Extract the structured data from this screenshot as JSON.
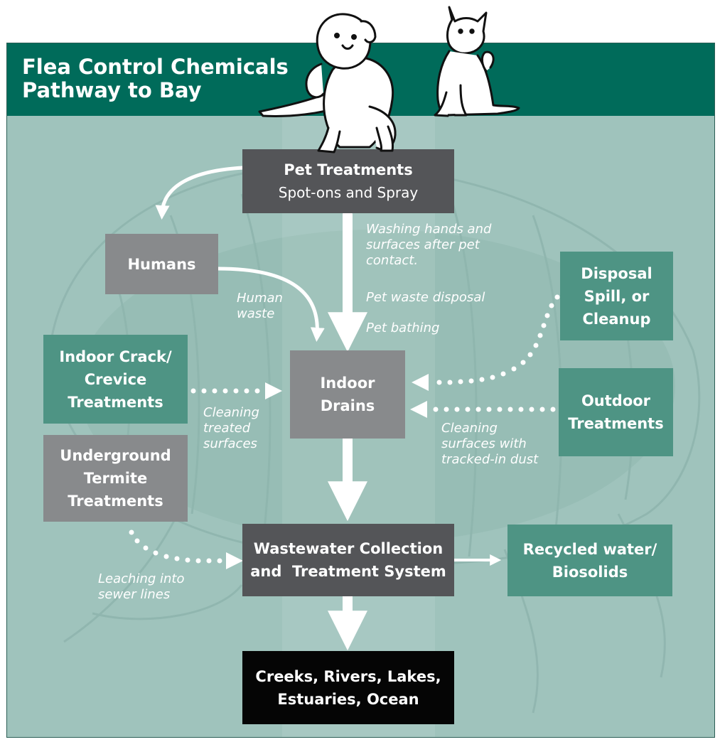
{
  "title": {
    "line1": "Flea Control Chemicals",
    "line2": "Pathway to Bay"
  },
  "colors": {
    "header": "#006b5a",
    "background": "#9fc3bc",
    "grey_box": "#888a8c",
    "green_box": "#4e9484",
    "dark_box": "#545558",
    "black_box": "#050505"
  },
  "nodes": {
    "pet_treatments": {
      "title": "Pet Treatments",
      "subtitle": "Spot-ons and Spray"
    },
    "humans": {
      "title": "Humans"
    },
    "disposal": {
      "line1": "Disposal",
      "line2": "Spill, or",
      "line3": "Cleanup"
    },
    "indoor_crack": {
      "line1": "Indoor Crack/",
      "line2": "Crevice",
      "line3": "Treatments"
    },
    "indoor_drains": {
      "line1": "Indoor",
      "line2": "Drains"
    },
    "outdoor": {
      "line1": "Outdoor",
      "line2": "Treatments"
    },
    "termite": {
      "line1": "Underground",
      "line2": "Termite",
      "line3": "Treatments"
    },
    "wastewater": {
      "line1": "Wastewater Collection",
      "line2": "and  Treatment System"
    },
    "recycled": {
      "line1": "Recycled water/",
      "line2": "Biosolids"
    },
    "creeks": {
      "line1": "Creeks, Rivers, Lakes,",
      "line2": "Estuaries, Ocean"
    }
  },
  "labels": {
    "washing": [
      "Washing hands and",
      "surfaces after pet",
      "contact."
    ],
    "pet_waste": "Pet waste disposal",
    "pet_bathing": "Pet bathing",
    "human_waste": [
      "Human",
      "waste"
    ],
    "cleaning_treated": [
      "Cleaning",
      "treated",
      "surfaces"
    ],
    "cleaning_tracked": [
      "Cleaning",
      "surfaces with",
      "tracked-in dust"
    ],
    "leaching": [
      "Leaching into",
      "sewer lines"
    ]
  },
  "icons": [
    "dog-scratching-icon",
    "cat-scratching-icon",
    "flea-illustration"
  ]
}
